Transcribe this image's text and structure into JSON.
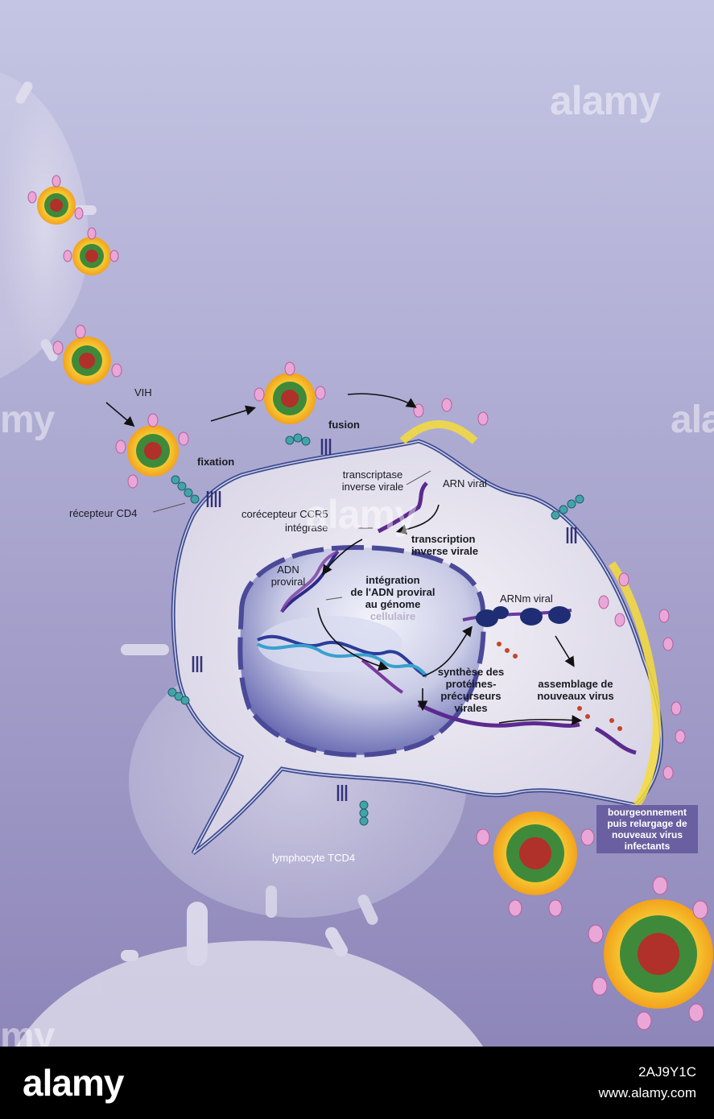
{
  "labels": {
    "vih": "VIH",
    "fixation": "fixation",
    "fusion": "fusion",
    "recepteur_cd4": "récepteur CD4",
    "corecepteur_ccr5": "corécepteur CCR5",
    "integrase": "intégrase",
    "transcriptase_line1": "transcriptase",
    "transcriptase_line2": "inverse virale",
    "arn_viral": "ARN viral",
    "transcription_line1": "transcription",
    "transcription_line2": "inverse virale",
    "adn_line1": "ADN",
    "adn_line2": "proviral",
    "integration_line1": "intégration",
    "integration_line2": "de l'ADN proviral",
    "integration_line3": "au génome",
    "integration_line4": "cellulaire",
    "arnm_viral": "ARNm viral",
    "synthese_line1": "synthèse des",
    "synthese_line2": "protéines-",
    "synthese_line3": "précurseurs",
    "synthese_line4": "virales",
    "assemblage_line1": "assemblage de",
    "assemblage_line2": "nouveaux virus",
    "bourgeon_line1": "bourgeonnement",
    "bourgeon_line2": "puis relargage de",
    "bourgeon_line3": "nouveaux virus",
    "bourgeon_line4": "infectants",
    "lymphocyte": "lymphocyte TCD4"
  },
  "watermark": {
    "text": "alamy",
    "side_left": "my",
    "side_right": "ala"
  },
  "footer": {
    "logo": "alamy",
    "image_id": "2AJ9Y1C",
    "url": "www.alamy.com"
  },
  "colors": {
    "background_top": "#c4c5e4",
    "background_bottom": "#8e86b9",
    "cell_membrane": "#3f4c8e",
    "nucleus": "#5a5aa6",
    "virus_envelope": "#f3c823",
    "virus_capsid": "#3f8a3a",
    "virus_core": "#b0302a",
    "spike": "#e9a6d6"
  }
}
